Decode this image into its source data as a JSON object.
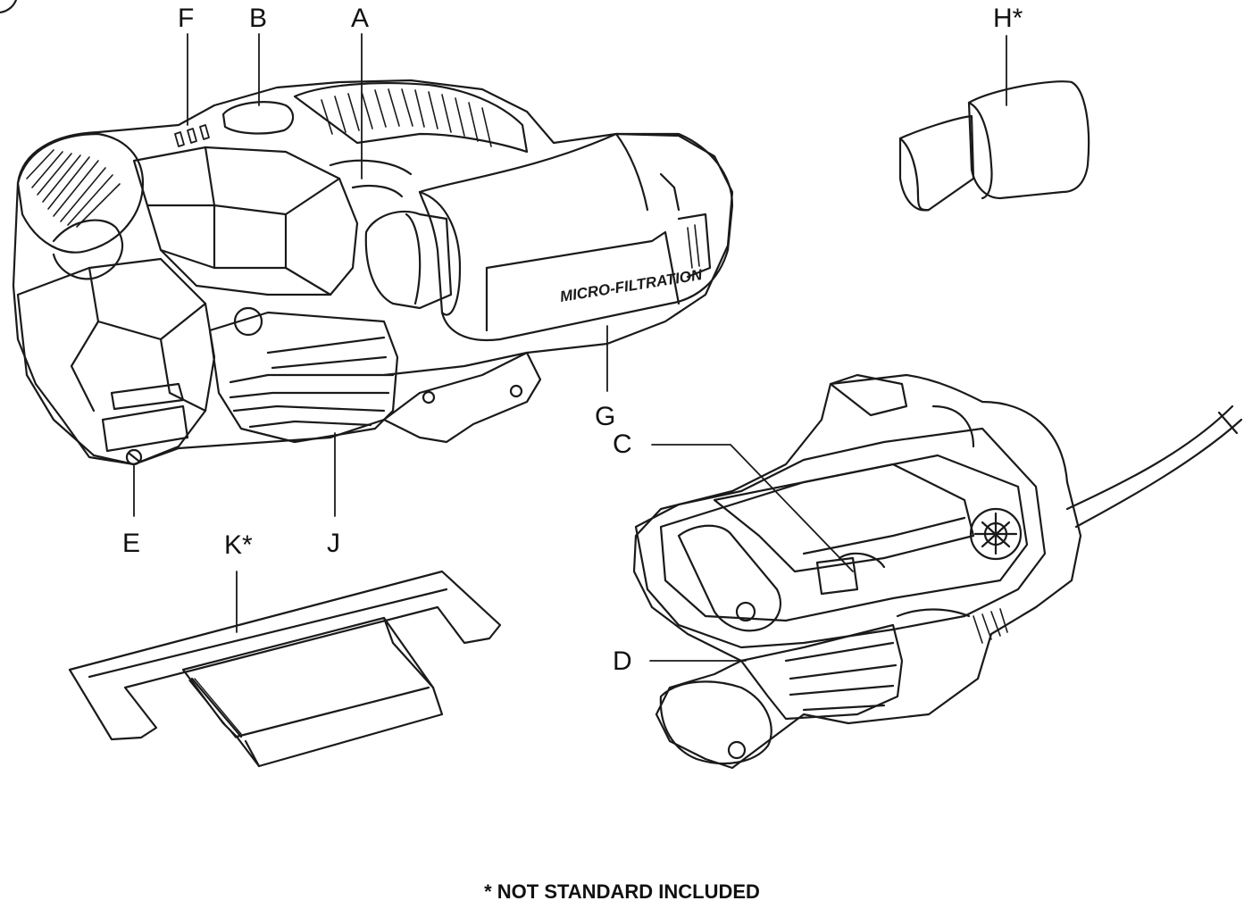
{
  "labels": {
    "F": "F",
    "B": "B",
    "A": "A",
    "H": "H*",
    "G": "G",
    "C": "C",
    "E": "E",
    "K": "K*",
    "J": "J",
    "D": "D"
  },
  "product_text": "MICRO-FILTRATION",
  "footnote": "*  NOT STANDARD INCLUDED",
  "colors": {
    "line": "#1a1a1a",
    "background": "#ffffff"
  }
}
